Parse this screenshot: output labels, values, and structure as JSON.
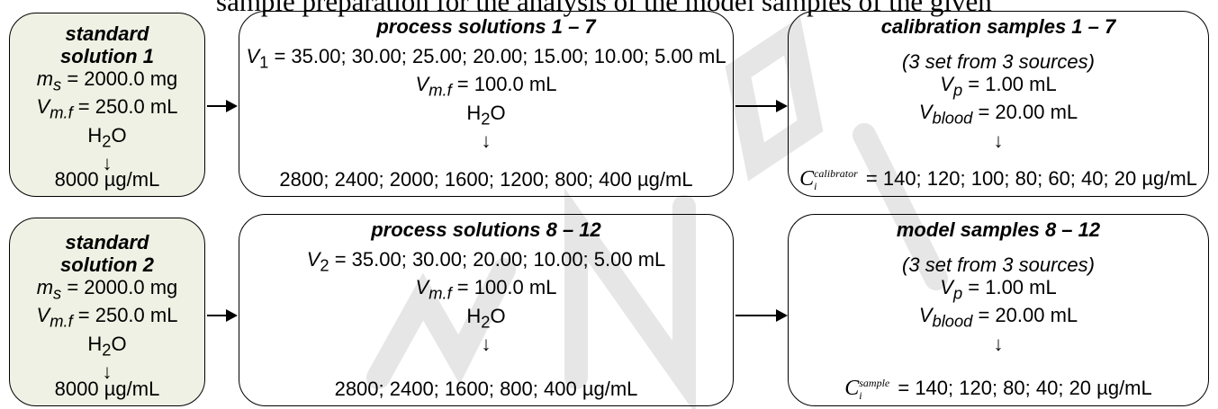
{
  "caption": "sample preparation for the analysis of the model samples of the given",
  "rows": [
    {
      "standard": {
        "title_line1": "standard",
        "title_line2": "solution 1",
        "ms_label": "m",
        "ms_sub": "s",
        "ms_value": " = 2000.0 mg",
        "vmf_label": "V",
        "vmf_sub": "m.f",
        "vmf_value": " = 250.0 mL",
        "solvent_base": "H",
        "solvent_sub": "2",
        "solvent_end": "O",
        "arrow": "↓",
        "result": "8000 µg/mL"
      },
      "process": {
        "title": "process solutions 1 – 7",
        "v_label": "V",
        "v_sub": "1",
        "v_value": " = 35.00; 30.00; 25.00; 20.00; 15.00; 10.00; 5.00 mL",
        "vmf_label": "V",
        "vmf_sub": "m.f",
        "vmf_value": " = 100.0 mL",
        "solvent_base": "H",
        "solvent_sub": "2",
        "solvent_end": "O",
        "arrow": "↓",
        "result": "2800; 2400; 2000; 1600; 1200; 800; 400 µg/mL"
      },
      "samples": {
        "title": "calibration samples 1 – 7",
        "sources": "(3 set from 3 sources)",
        "vp_label": "V",
        "vp_sub": "p",
        "vp_value": " = 1.00 mL",
        "vblood_label": "V",
        "vblood_sub": "blood",
        "vblood_value": " = 20.00 mL",
        "arrow": "↓",
        "c_label": "C",
        "c_sup": "calibrator",
        "c_sub": "i",
        "c_value": " = 140; 120; 100; 80; 60; 40; 20 µg/mL"
      }
    },
    {
      "standard": {
        "title_line1": "standard",
        "title_line2": "solution 2",
        "ms_label": "m",
        "ms_sub": "s",
        "ms_value": " = 2000.0 mg",
        "vmf_label": "V",
        "vmf_sub": "m.f",
        "vmf_value": " = 250.0 mL",
        "solvent_base": "H",
        "solvent_sub": "2",
        "solvent_end": "O",
        "arrow": "↓",
        "result": "8000 µg/mL"
      },
      "process": {
        "title": "process solutions 8 – 12",
        "v_label": "V",
        "v_sub": "2",
        "v_value": " = 35.00; 30.00; 20.00; 10.00; 5.00 mL",
        "vmf_label": "V",
        "vmf_sub": "m.f",
        "vmf_value": " = 100.0 mL",
        "solvent_base": "H",
        "solvent_sub": "2",
        "solvent_end": "O",
        "arrow": "↓",
        "result": "2800; 2400; 1600; 800; 400 µg/mL"
      },
      "samples": {
        "title": "model samples 8 – 12",
        "sources": "(3 set from 3 sources)",
        "vp_label": "V",
        "vp_sub": "p",
        "vp_value": " = 1.00 mL",
        "vblood_label": "V",
        "vblood_sub": "blood",
        "vblood_value": " = 20.00 mL",
        "arrow": "↓",
        "c_label": "C",
        "c_sup": "sample",
        "c_sub": "i",
        "c_value": " = 140; 120; 80; 40; 20 µg/mL"
      }
    }
  ],
  "colors": {
    "standard_fill": "#eef1e3",
    "box_stroke": "#000000",
    "watermark": "#e6e6e6"
  }
}
